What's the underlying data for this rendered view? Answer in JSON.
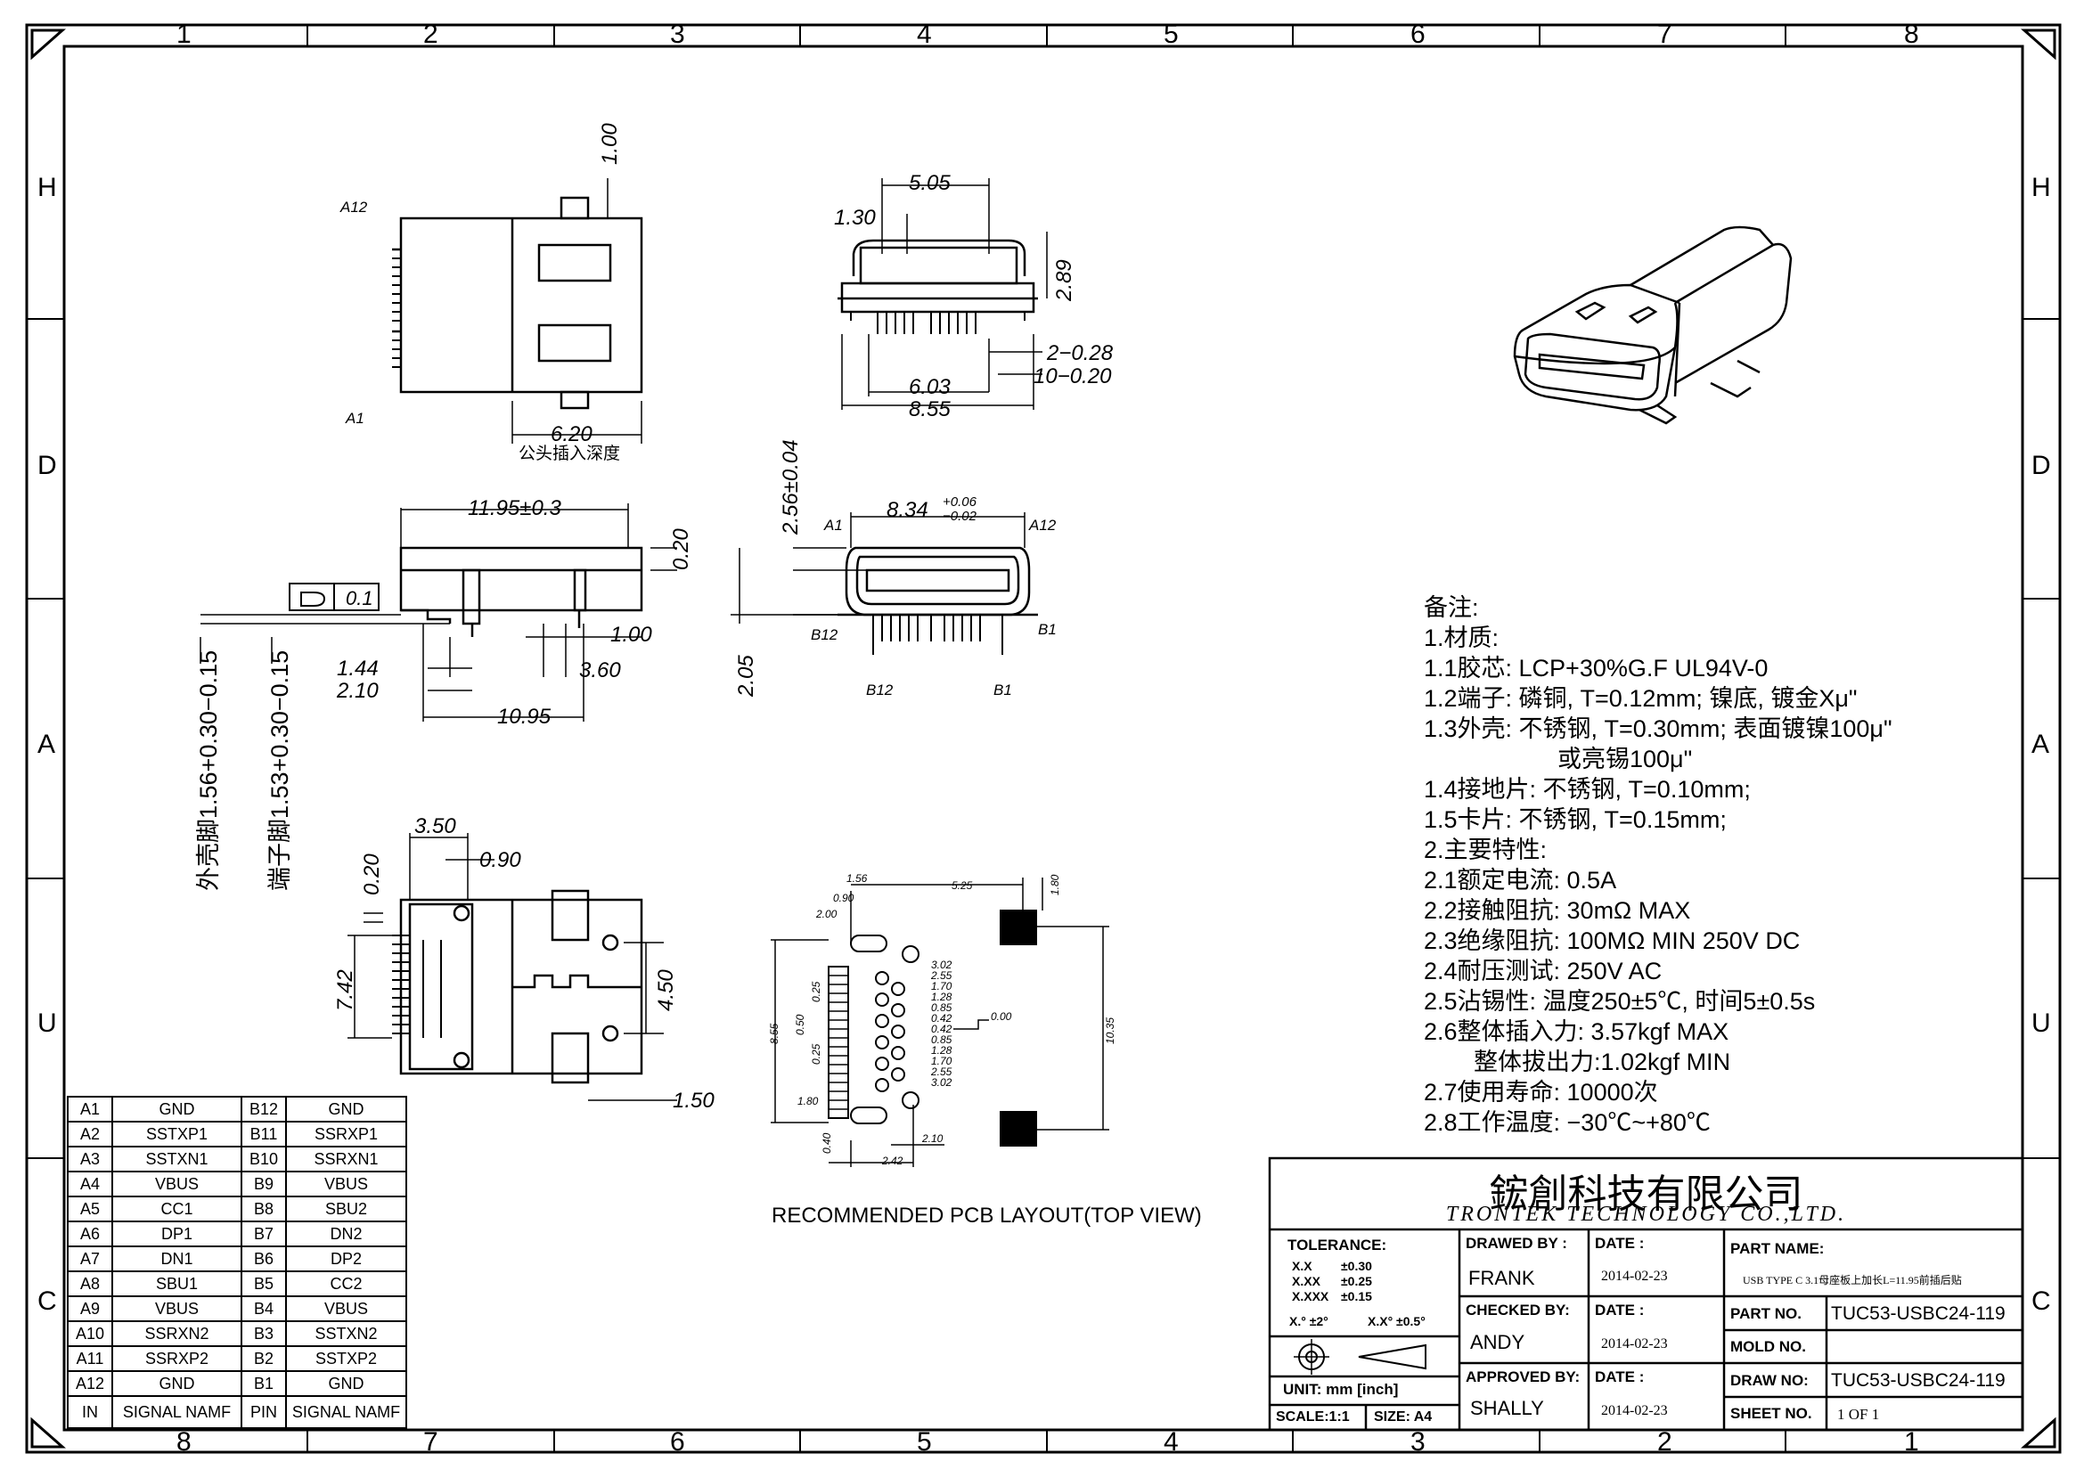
{
  "border": {
    "columns_top": [
      "1",
      "2",
      "3",
      "4",
      "5",
      "6",
      "7",
      "8"
    ],
    "columns_bottom": [
      "8",
      "7",
      "6",
      "5",
      "4",
      "3",
      "2",
      "1"
    ],
    "rows_left": [
      "H",
      "D",
      "A",
      "U",
      "C"
    ],
    "rows_right": [
      "H",
      "D",
      "A",
      "U",
      "C"
    ]
  },
  "views": {
    "side_top": {
      "label_a12": "A12",
      "label_a1": "A1",
      "dim_depth_top": "1.00",
      "dim_insert": "6.20",
      "insert_caption": "公头插入深度"
    },
    "front_top": {
      "dim_505": "5.05",
      "dim_130": "1.30",
      "dim_289": "2.89",
      "dim_2_028": "2−0.28",
      "dim_10_020": "10−0.20",
      "dim_603": "6.03",
      "dim_855": "8.55"
    },
    "side_mid": {
      "dim_len": "11.95±0.3",
      "dim_020": "0.20",
      "flatness": "0.1",
      "dim_100": "1.00",
      "dim_144": "1.44",
      "dim_360": "3.60",
      "dim_210": "2.10",
      "dim_1095": "10.95",
      "shell_leg": "外壳脚1.56+0.30−0.15",
      "term_leg": "端子脚1.53+0.30−0.15"
    },
    "front_mid": {
      "dim_256": "2.56±0.04",
      "dim_834": "8.34",
      "tol_834_up": "+0.06",
      "tol_834_dn": "−0.02",
      "dim_205": "2.05",
      "a1": "A1",
      "a12": "A12",
      "b12": "B12",
      "b1": "B1",
      "b12_bottom": "B12",
      "b1_bottom": "B1"
    },
    "top_view": {
      "dim_350": "3.50",
      "dim_090": "0.90",
      "dim_020": "0.20",
      "dim_742": "7.42",
      "dim_450": "4.50",
      "dim_150": "1.50"
    },
    "pcb_layout": {
      "caption": "RECOMMENDED PCB LAYOUT(TOP VIEW)",
      "dim_156": "1.56",
      "dim_525": "5.25",
      "dim_090": "0.90",
      "dim_200": "2.00",
      "dim_180_top": "1.80",
      "dim_000": "0.00",
      "dim_1035": "10.35",
      "dim_855": "8.55",
      "dim_050": "0.50",
      "dim_025": "0.25",
      "dim_180": "1.80",
      "dim_040": "0.40",
      "dim_210": "2.10",
      "dim_242": "2.42",
      "right_dims": [
        "3.02",
        "2.55",
        "1.70",
        "1.28",
        "0.85",
        "0.42",
        "0.42",
        "0.85",
        "1.28",
        "1.70",
        "2.55",
        "3.02"
      ]
    }
  },
  "notes": {
    "title": "备注:",
    "lines": [
      "1.材质:",
      "1.1胶芯: LCP+30%G.F  UL94V-0",
      "1.2端子: 磷铜, T=0.12mm; 镍底, 镀金Xμ\"",
      "1.3外壳: 不锈钢, T=0.30mm; 表面镀镍100μ\"",
      "或亮锡100μ\"",
      "1.4接地片: 不锈钢, T=0.10mm;",
      "1.5卡片: 不锈钢, T=0.15mm;",
      "2.主要特性:",
      "2.1额定电流: 0.5A",
      "2.2接触阻抗: 30mΩ  MAX",
      "2.3绝缘阻抗: 100MΩ  MIN  250V  DC",
      "2.4耐压测试: 250V  AC",
      "2.5沾锡性: 温度250±5℃, 时间5±0.5s",
      "2.6整体插入力: 3.57kgf  MAX",
      "整体拔出力:1.02kgf  MIN",
      "2.7使用寿命: 10000次",
      "2.8工作温度: −30℃~+80℃"
    ]
  },
  "pin_table": {
    "rows": [
      [
        "A1",
        "GND",
        "B12",
        "GND"
      ],
      [
        "A2",
        "SSTXP1",
        "B11",
        "SSRXP1"
      ],
      [
        "A3",
        "SSTXN1",
        "B10",
        "SSRXN1"
      ],
      [
        "A4",
        "VBUS",
        "B9",
        "VBUS"
      ],
      [
        "A5",
        "CC1",
        "B8",
        "SBU2"
      ],
      [
        "A6",
        "DP1",
        "B7",
        "DN2"
      ],
      [
        "A7",
        "DN1",
        "B6",
        "DP2"
      ],
      [
        "A8",
        "SBU1",
        "B5",
        "CC2"
      ],
      [
        "A9",
        "VBUS",
        "B4",
        "VBUS"
      ],
      [
        "A10",
        "SSRXN2",
        "B3",
        "SSTXN2"
      ],
      [
        "A11",
        "SSRXP2",
        "B2",
        "SSTXP2"
      ],
      [
        "A12",
        "GND",
        "B1",
        "GND"
      ]
    ],
    "header": [
      "IN",
      "SIGNAL NAMF",
      "PIN",
      "SIGNAL NAMF"
    ]
  },
  "title_block": {
    "company_cn": "鋐創科技有限公司",
    "company_en": "TRONTEK  TECHNOLOGY  CO.,LTD.",
    "tolerance_label": "TOLERANCE:",
    "tol_x": "X.X",
    "tol_x_val": "±0.30",
    "tol_xx": "X.XX",
    "tol_xx_val": "±0.25",
    "tol_xxx": "X.XXX",
    "tol_xxx_val": "±0.15",
    "tol_angle1": "X.° ±2°",
    "tol_angle2": "X.X° ±0.5°",
    "unit": "UNIT:  mm  [inch]",
    "scale": "SCALE:1:1",
    "size": "SIZE: A4",
    "drawn_by_label": "DRAWED BY :",
    "drawn_by": "FRANK",
    "checked_by_label": "CHECKED BY:",
    "checked_by": "ANDY",
    "approved_by_label": "APPROVED BY:",
    "approved_by": "SHALLY",
    "date_label": "DATE :",
    "date1": "2014-02-23",
    "date2": "2014-02-23",
    "date3": "2014-02-23",
    "part_name_label": "PART NAME:",
    "part_name": "USB TYPE C 3.1母座板上加长L=11.95前插后贴",
    "part_no_label": "PART NO.",
    "part_no": "TUC53-USBC24-119",
    "mold_no_label": "MOLD NO.",
    "mold_no": "",
    "draw_no_label": "DRAW NO:",
    "draw_no": "TUC53-USBC24-119",
    "sheet_no_label": "SHEET NO.",
    "sheet_no": "1 OF 1"
  }
}
